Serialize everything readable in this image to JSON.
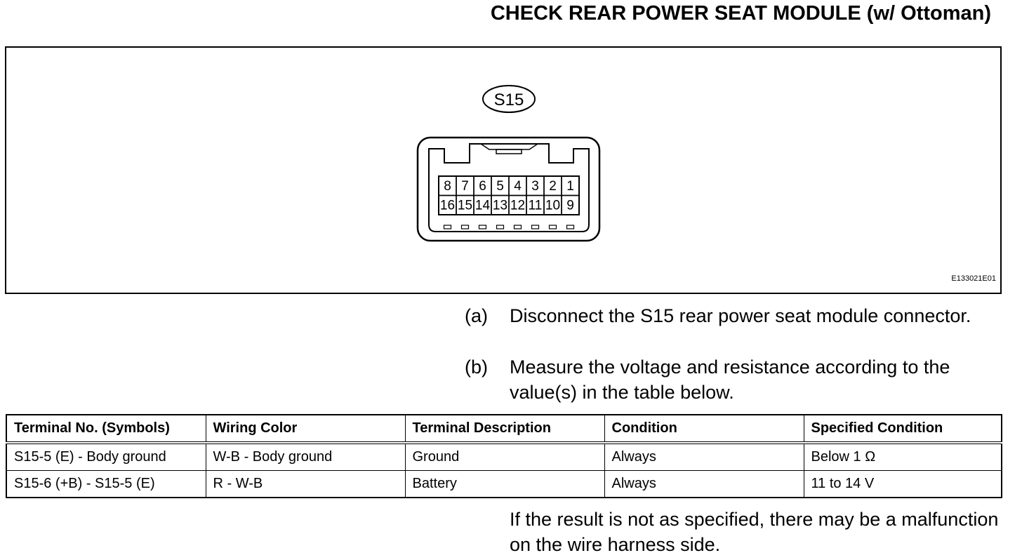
{
  "page": {
    "title": "CHECK REAR POWER SEAT MODULE (w/ Ottoman)"
  },
  "figure": {
    "connector_label": "S15",
    "top_row_pins": [
      "8",
      "7",
      "6",
      "5",
      "4",
      "3",
      "2",
      "1"
    ],
    "bottom_row_pins": [
      "16",
      "15",
      "14",
      "13",
      "12",
      "11",
      "10",
      "9"
    ],
    "figure_code": "E133021E01"
  },
  "steps": [
    {
      "label": "(a)",
      "text": "Disconnect the S15 rear power seat module connector."
    },
    {
      "label": "(b)",
      "text": "Measure the voltage and resistance according to the value(s) in the table below."
    }
  ],
  "table": {
    "headers": [
      "Terminal No. (Symbols)",
      "Wiring Color",
      "Terminal Description",
      "Condition",
      "Specified Condition"
    ],
    "rows": [
      [
        "S15-5 (E) - Body ground",
        "W-B - Body ground",
        "Ground",
        "Always",
        "Below 1 Ω"
      ],
      [
        "S15-6 (+B) - S15-5 (E)",
        "R - W-B",
        "Battery",
        "Always",
        "11 to 14 V"
      ]
    ]
  },
  "note": "If the result is not as specified, there may be a malfunction on the wire harness side."
}
